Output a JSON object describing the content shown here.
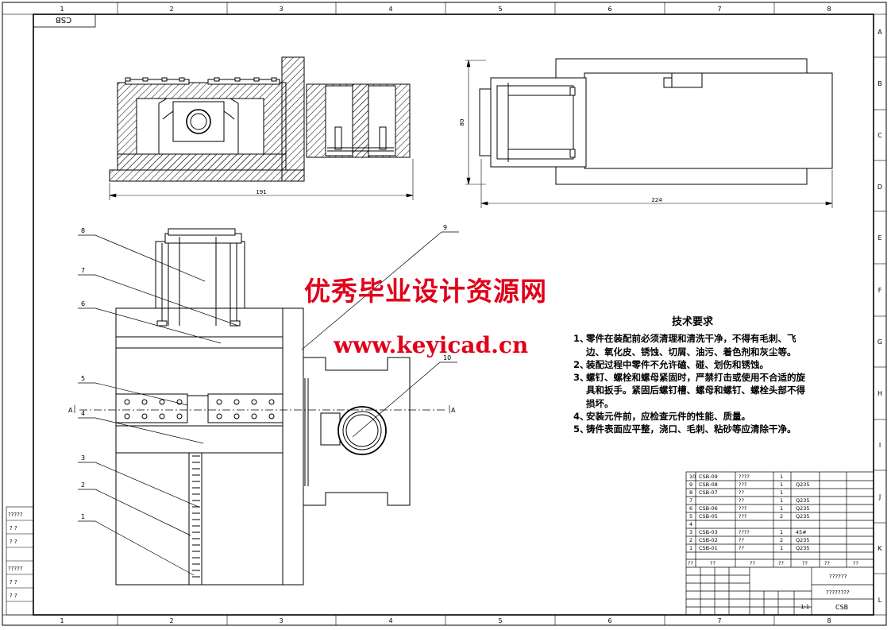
{
  "sheet": {
    "columns": [
      "1",
      "2",
      "3",
      "4",
      "5",
      "6",
      "7",
      "8"
    ],
    "rows": [
      "A",
      "B",
      "C",
      "D",
      "E",
      "F",
      "G",
      "H",
      "I",
      "J",
      "K",
      "L"
    ],
    "code_box": "CSB"
  },
  "dimensions": {
    "front_width": "191",
    "side_width": "224",
    "side_height": "80"
  },
  "section_marks": {
    "left": "A",
    "right": "A"
  },
  "part_labels": [
    "1",
    "2",
    "3",
    "4",
    "5",
    "6",
    "7",
    "8",
    "9",
    "10"
  ],
  "watermark": {
    "line1": "优秀毕业设计资源网",
    "line2": "www.keyicad.cn"
  },
  "tech_requirements": {
    "title": "技术要求",
    "items": [
      {
        "n": "1、",
        "text": "零件在装配前必须清理和清洗干净，不得有毛刺、飞边、氧化皮、锈蚀、切屑、油污、着色剂和灰尘等。"
      },
      {
        "n": "2、",
        "text": "装配过程中零件不允许磕、碰、划伤和锈蚀。"
      },
      {
        "n": "3、",
        "text": "螺钉、螺栓和螺母紧固时，严禁打击或使用不合适的旋具和扳手。紧固后螺钉槽、螺母和螺钉、螺栓头部不得损坏。"
      },
      {
        "n": "4、",
        "text": "安装元件前，应检查元件的性能、质量。"
      },
      {
        "n": "5、",
        "text": "铸件表面应平整，浇口、毛刺、粘砂等应清除干净。"
      }
    ]
  },
  "bom": [
    {
      "no": "10",
      "code": "CSB-09",
      "name": "????",
      "qty": "1",
      "mat": ""
    },
    {
      "no": "9",
      "code": "CSB-08",
      "name": "???",
      "qty": "1",
      "mat": "Q235"
    },
    {
      "no": "8",
      "code": "CSB-07",
      "name": "??",
      "qty": "1",
      "mat": ""
    },
    {
      "no": "7",
      "code": "",
      "name": "??",
      "qty": "1",
      "mat": "Q235"
    },
    {
      "no": "6",
      "code": "CSB-06",
      "name": "???",
      "qty": "1",
      "mat": "Q235"
    },
    {
      "no": "5",
      "code": "CSB-05",
      "name": "???",
      "qty": "2",
      "mat": "Q235"
    },
    {
      "no": "4",
      "code": "",
      "name": "",
      "qty": "",
      "mat": ""
    },
    {
      "no": "3",
      "code": "CSB-03",
      "name": "????",
      "qty": "1",
      "mat": "45#"
    },
    {
      "no": "2",
      "code": "CSB-02",
      "name": "??",
      "qty": "2",
      "mat": "Q235"
    },
    {
      "no": "1",
      "code": "CSB-01",
      "name": "??",
      "qty": "1",
      "mat": "Q235"
    }
  ],
  "bom_header": [
    "??",
    "??",
    "??",
    "??",
    "??",
    "??",
    "??"
  ],
  "title_block": {
    "name": "??????",
    "drawing_no": "????????",
    "scale": "1:1",
    "code": "CSB",
    "side_labels": [
      "?????",
      "? ?",
      "? ?",
      "?????",
      "? ?",
      "? ?"
    ]
  }
}
